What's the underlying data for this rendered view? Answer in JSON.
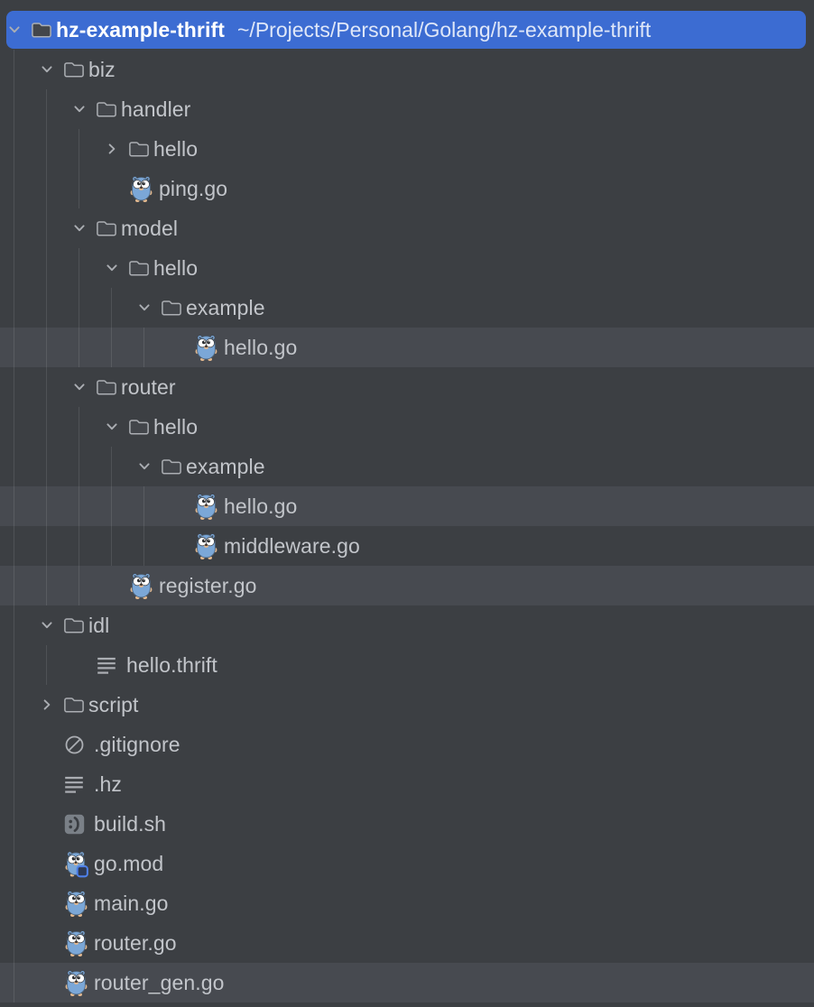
{
  "colors": {
    "background": "#3C3F43",
    "row_highlight": "#47/4A50",
    "selection_blue": "#3C6CD2",
    "label_gray": "#C2C5CA",
    "icon_gray": "#A9ACB1",
    "gopher_blue": "#7BA7D7",
    "selected_text": "#FFFFFF"
  },
  "tree": {
    "rows": [
      {
        "label": "hz-example-thrift",
        "path": "~/Projects/Personal/Golang/hz-example-thrift",
        "level": 0,
        "icon": "folder-icon",
        "chevron": "expanded",
        "state": "selected"
      },
      {
        "label": "biz",
        "level": 1,
        "icon": "folder-icon",
        "chevron": "expanded",
        "state": "normal"
      },
      {
        "label": "handler",
        "level": 2,
        "icon": "folder-icon",
        "chevron": "expanded",
        "state": "normal"
      },
      {
        "label": "hello",
        "level": 3,
        "icon": "folder-icon",
        "chevron": "collapsed",
        "state": "normal"
      },
      {
        "label": "ping.go",
        "level": 3,
        "icon": "go-gopher-icon",
        "chevron": "none",
        "state": "normal"
      },
      {
        "label": "model",
        "level": 2,
        "icon": "folder-icon",
        "chevron": "expanded",
        "state": "normal"
      },
      {
        "label": "hello",
        "level": 3,
        "icon": "folder-icon",
        "chevron": "expanded",
        "state": "normal"
      },
      {
        "label": "example",
        "level": 4,
        "icon": "folder-icon",
        "chevron": "expanded",
        "state": "normal"
      },
      {
        "label": "hello.go",
        "level": 5,
        "icon": "go-gopher-icon",
        "chevron": "none",
        "state": "highlighted"
      },
      {
        "label": "router",
        "level": 2,
        "icon": "folder-icon",
        "chevron": "expanded",
        "state": "normal"
      },
      {
        "label": "hello",
        "level": 3,
        "icon": "folder-icon",
        "chevron": "expanded",
        "state": "normal"
      },
      {
        "label": "example",
        "level": 4,
        "icon": "folder-icon",
        "chevron": "expanded",
        "state": "normal"
      },
      {
        "label": "hello.go",
        "level": 5,
        "icon": "go-gopher-icon",
        "chevron": "none",
        "state": "highlighted"
      },
      {
        "label": "middleware.go",
        "level": 5,
        "icon": "go-gopher-icon",
        "chevron": "none",
        "state": "normal"
      },
      {
        "label": "register.go",
        "level": 3,
        "icon": "go-gopher-icon",
        "chevron": "none",
        "state": "highlighted"
      },
      {
        "label": "idl",
        "level": 1,
        "icon": "folder-icon",
        "chevron": "expanded",
        "state": "normal"
      },
      {
        "label": "hello.thrift",
        "level": 2,
        "icon": "text-file-icon",
        "chevron": "none",
        "state": "normal"
      },
      {
        "label": "script",
        "level": 1,
        "icon": "folder-icon",
        "chevron": "collapsed",
        "state": "normal"
      },
      {
        "label": ".gitignore",
        "level": 1,
        "icon": "ignored-file-icon",
        "chevron": "none",
        "state": "normal"
      },
      {
        "label": ".hz",
        "level": 1,
        "icon": "text-file-icon",
        "chevron": "none",
        "state": "normal"
      },
      {
        "label": "build.sh",
        "level": 1,
        "icon": "shell-script-icon",
        "chevron": "none",
        "state": "normal"
      },
      {
        "label": "go.mod",
        "level": 1,
        "icon": "go-module-icon",
        "chevron": "none",
        "state": "normal"
      },
      {
        "label": "main.go",
        "level": 1,
        "icon": "go-gopher-icon",
        "chevron": "none",
        "state": "normal"
      },
      {
        "label": "router.go",
        "level": 1,
        "icon": "go-gopher-icon",
        "chevron": "none",
        "state": "normal"
      },
      {
        "label": "router_gen.go",
        "level": 1,
        "icon": "go-gopher-icon",
        "chevron": "none",
        "state": "highlighted"
      }
    ]
  }
}
